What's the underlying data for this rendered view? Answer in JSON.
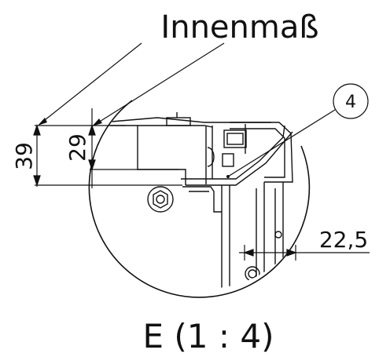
{
  "header": {
    "label": "Innenmaß"
  },
  "dimensions": {
    "outer": "39",
    "inner": "29",
    "side": "22,5"
  },
  "balloon": {
    "number": "4"
  },
  "detail": {
    "caption": "E  (1 : 4)"
  },
  "colors": {
    "line": "#111111",
    "background": "#ffffff"
  }
}
